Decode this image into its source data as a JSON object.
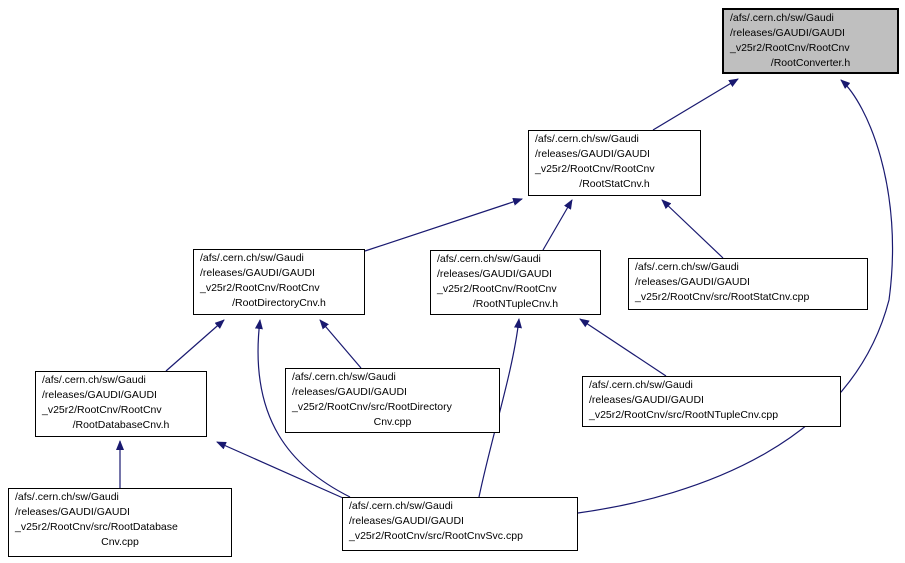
{
  "diagram": {
    "type": "include-dependency-graph",
    "colors": {
      "edge": "#191970",
      "node_fill": "#ffffff",
      "node_border": "#000000",
      "current_node_fill": "#bfbfbf",
      "background": "#ffffff",
      "text": "#000000"
    },
    "nodes": [
      {
        "id": "root_converter_h",
        "current": true,
        "center_last": true,
        "lines": [
          "/afs/.cern.ch/sw/Gaudi",
          "/releases/GAUDI/GAUDI",
          "_v25r2/RootCnv/RootCnv",
          "/RootConverter.h"
        ]
      },
      {
        "id": "root_stat_cnv_h",
        "current": false,
        "center_last": true,
        "lines": [
          "/afs/.cern.ch/sw/Gaudi",
          "/releases/GAUDI/GAUDI",
          "_v25r2/RootCnv/RootCnv",
          "/RootStatCnv.h"
        ]
      },
      {
        "id": "root_directory_cnv_h",
        "current": false,
        "center_last": true,
        "lines": [
          "/afs/.cern.ch/sw/Gaudi",
          "/releases/GAUDI/GAUDI",
          "_v25r2/RootCnv/RootCnv",
          "/RootDirectoryCnv.h"
        ]
      },
      {
        "id": "root_ntuple_cnv_h",
        "current": false,
        "center_last": true,
        "lines": [
          "/afs/.cern.ch/sw/Gaudi",
          "/releases/GAUDI/GAUDI",
          "_v25r2/RootCnv/RootCnv",
          "/RootNTupleCnv.h"
        ]
      },
      {
        "id": "root_stat_cnv_cpp",
        "current": false,
        "center_last": false,
        "lines": [
          "/afs/.cern.ch/sw/Gaudi",
          "/releases/GAUDI/GAUDI",
          "_v25r2/RootCnv/src/RootStatCnv.cpp"
        ]
      },
      {
        "id": "root_database_cnv_h",
        "current": false,
        "center_last": true,
        "lines": [
          "/afs/.cern.ch/sw/Gaudi",
          "/releases/GAUDI/GAUDI",
          "_v25r2/RootCnv/RootCnv",
          "/RootDatabaseCnv.h"
        ]
      },
      {
        "id": "root_directory_cnv_cpp",
        "current": false,
        "center_last": true,
        "lines": [
          "/afs/.cern.ch/sw/Gaudi",
          "/releases/GAUDI/GAUDI",
          "_v25r2/RootCnv/src/RootDirectory",
          "Cnv.cpp"
        ]
      },
      {
        "id": "root_ntuple_cnv_cpp",
        "current": false,
        "center_last": false,
        "lines": [
          "/afs/.cern.ch/sw/Gaudi",
          "/releases/GAUDI/GAUDI",
          "_v25r2/RootCnv/src/RootNTupleCnv.cpp"
        ]
      },
      {
        "id": "root_database_cnv_cpp",
        "current": false,
        "center_last": true,
        "lines": [
          "/afs/.cern.ch/sw/Gaudi",
          "/releases/GAUDI/GAUDI",
          "_v25r2/RootCnv/src/RootDatabase",
          "Cnv.cpp"
        ]
      },
      {
        "id": "root_cnv_svc_cpp",
        "current": false,
        "center_last": false,
        "lines": [
          "/afs/.cern.ch/sw/Gaudi",
          "/releases/GAUDI/GAUDI",
          "_v25r2/RootCnv/src/RootCnvSvc.cpp"
        ]
      }
    ],
    "edges": [
      {
        "from": "root_stat_cnv_h",
        "to": "root_converter_h"
      },
      {
        "from": "root_cnv_svc_cpp",
        "to": "root_converter_h"
      },
      {
        "from": "root_directory_cnv_h",
        "to": "root_stat_cnv_h"
      },
      {
        "from": "root_ntuple_cnv_h",
        "to": "root_stat_cnv_h"
      },
      {
        "from": "root_stat_cnv_cpp",
        "to": "root_stat_cnv_h"
      },
      {
        "from": "root_database_cnv_h",
        "to": "root_directory_cnv_h"
      },
      {
        "from": "root_cnv_svc_cpp",
        "to": "root_directory_cnv_h"
      },
      {
        "from": "root_directory_cnv_cpp",
        "to": "root_directory_cnv_h"
      },
      {
        "from": "root_database_cnv_cpp",
        "to": "root_database_cnv_h"
      },
      {
        "from": "root_cnv_svc_cpp",
        "to": "root_database_cnv_h"
      },
      {
        "from": "root_ntuple_cnv_cpp",
        "to": "root_ntuple_cnv_h"
      },
      {
        "from": "root_cnv_svc_cpp",
        "to": "root_ntuple_cnv_h"
      }
    ]
  }
}
